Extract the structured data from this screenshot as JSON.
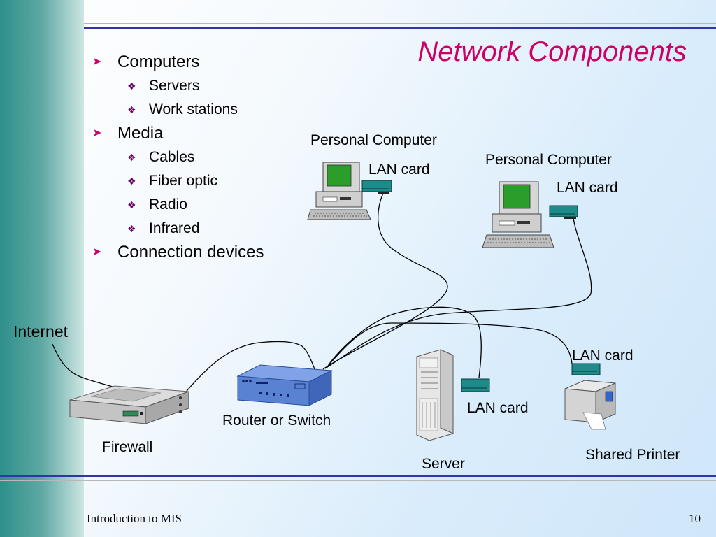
{
  "title": "Network Components",
  "bullets": [
    {
      "text": "Computers",
      "children": [
        "Servers",
        "Work stations"
      ]
    },
    {
      "text": "Media",
      "children": [
        "Cables",
        "Fiber optic",
        "Radio",
        "Infrared"
      ]
    },
    {
      "text": "Connection devices",
      "children": []
    }
  ],
  "diagram": {
    "internet_label": "Internet",
    "firewall_label": "Firewall",
    "router_label": "Router or Switch",
    "server_label": "Server",
    "shared_printer_label": "Shared Printer",
    "pc1_label": "Personal Computer",
    "pc2_label": "Personal Computer",
    "lan_card_label": "LAN card"
  },
  "footer": {
    "course": "Introduction to MIS",
    "page": "10"
  },
  "colors": {
    "title": "#cc0066",
    "sidebar": "#2f8f8a",
    "lan_card": "#1f8a8a",
    "monitor_screen": "#2a9d2a",
    "router": "#4f78c8"
  }
}
